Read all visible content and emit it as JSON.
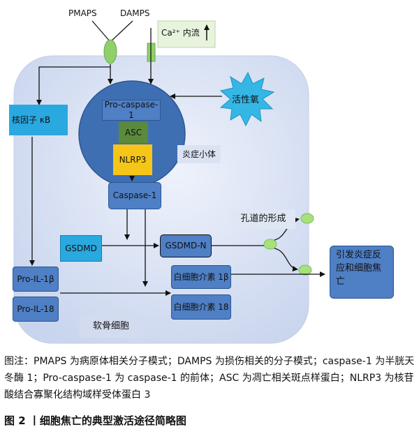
{
  "labels": {
    "pmaps": "PMAPS",
    "damps": "DAMPS",
    "calcium": "Ca²⁺ 内流",
    "nfkb": "核因子 κB",
    "ros": "活性氧",
    "pro_caspase1": "Pro-caspase-1",
    "asc": "ASC",
    "nlrp3": "NLRP3",
    "inflammasome": "炎症小体",
    "caspase1": "Caspase-1",
    "gsdmd": "GSDMD",
    "gsdmd_n": "GSDMD-N",
    "pore_formation": "孔道的形成",
    "il1b_out": "白细胞介素 1β",
    "il18_out": "白细胞介素 18",
    "pro_il1b": "Pro-IL-1β",
    "pro_il18": "Pro-IL-18",
    "cartilage_cell": "软骨细胞",
    "outcome": "引发炎症反应和细胞焦亡"
  },
  "caption": {
    "note": "图注：PMAPS 为病原体相关分子模式；DAMPS 为损伤相关的分子模式；caspase-1 为半胱天冬酶 1；Pro-caspase-1 为 caspase-1 的前体；ASC 为凋亡相关斑点样蛋白；NLRP3 为核苷酸结合寡聚化结构域样受体蛋白 3",
    "title": "图 2 丨细胞焦亡的典型激活途径简略图"
  },
  "colors": {
    "cell_fill": "#dfe6f5",
    "nucleus_fill": "#3f6fb3",
    "box_blue": "#4f7fc4",
    "box_cyan": "#2aa8e0",
    "asc_green": "#5b8a3c",
    "nlrp3_yellow": "#f5c518",
    "receptor_green": "#8fd06a",
    "ros_star": "#35b7e6",
    "light_panel": "#d6e0f2"
  }
}
